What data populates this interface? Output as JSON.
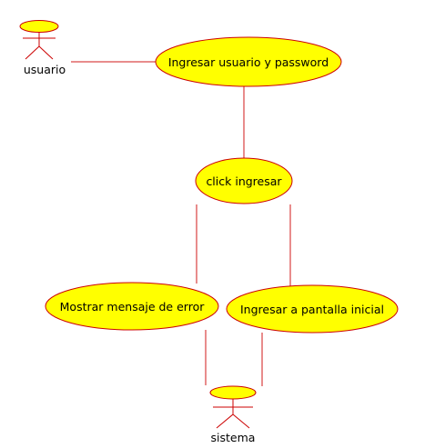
{
  "actors": {
    "usuario": {
      "label": "usuario"
    },
    "sistema": {
      "label": "sistema"
    }
  },
  "use_cases": {
    "login": {
      "label": "Ingresar usuario y password"
    },
    "click": {
      "label": "click ingresar"
    },
    "error": {
      "label": "Mostrar mensaje de error"
    },
    "home": {
      "label": "Ingresar a pantalla inicial"
    }
  },
  "colors": {
    "fill": "#ffff00",
    "stroke": "#cc0000",
    "line": "#e06666"
  }
}
